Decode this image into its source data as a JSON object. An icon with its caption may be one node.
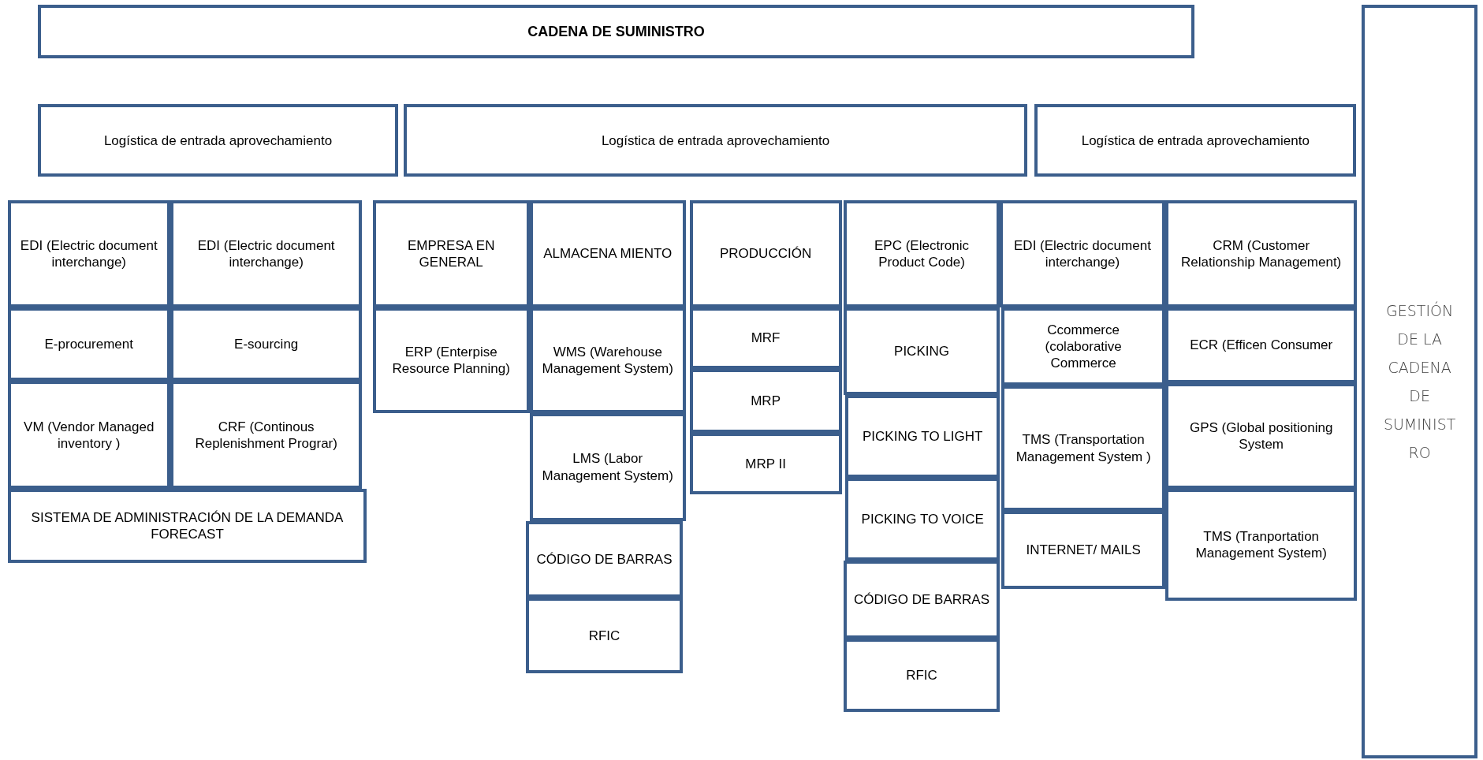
{
  "diagram": {
    "title": "CADENA DE SUMINISTRO",
    "nodes": [
      {
        "text": [
          "Logística de entrada aprovechamiento"
        ]
      },
      {
        "text": [
          "Logística de entrada aprovechamiento"
        ]
      },
      {
        "text": [
          "Logística de entrada aprovechamiento"
        ]
      },
      {
        "text": [
          "EDI (Electric document interchange)"
        ]
      },
      {
        "text": [
          "EDI (Electric document interchange)"
        ]
      },
      {
        "text": [
          "E-procurement"
        ]
      },
      {
        "text": [
          "E-sourcing"
        ]
      },
      {
        "text": [
          "VM (Vendor Managed inventory )"
        ]
      },
      {
        "text": [
          "CRF (Continous Replenishment Prograr)"
        ]
      },
      {
        "text": [
          "SISTEMA DE ADMINISTRACIÓN DE LA DEMANDA FORECAST"
        ]
      },
      {
        "text": [
          "EMPRESA EN GENERAL"
        ]
      },
      {
        "text": [
          "ERP (Enterpise Resource Planning)"
        ]
      },
      {
        "text": [
          "ALMACENA MIENTO"
        ]
      },
      {
        "text": [
          "WMS (Warehouse Management System)"
        ]
      },
      {
        "text": [
          "LMS (Labor Management System)"
        ]
      },
      {
        "text": [
          "CÓDIGO DE BARRAS"
        ]
      },
      {
        "text": [
          "RFIC"
        ]
      },
      {
        "text": [
          "PRODUCCIÓN"
        ]
      },
      {
        "text": [
          "MRF"
        ]
      },
      {
        "text": [
          "MRP"
        ]
      },
      {
        "text": [
          "MRP II"
        ]
      },
      {
        "text": [
          "EPC (Electronic Product Code)"
        ]
      },
      {
        "text": [
          "PICKING"
        ]
      },
      {
        "text": [
          "PICKING TO LIGHT"
        ]
      },
      {
        "text": [
          "PICKING TO VOICE"
        ]
      },
      {
        "text": [
          "CÓDIGO DE BARRAS"
        ]
      },
      {
        "text": [
          "RFIC"
        ]
      },
      {
        "text": [
          "EDI (Electric document interchange)"
        ]
      },
      {
        "text": [
          "Ccommerce (colaborative Commerce"
        ]
      },
      {
        "text": [
          "TMS (Transportation Management System )"
        ]
      },
      {
        "text": [
          "INTERNET/ MAILS"
        ]
      },
      {
        "text": [
          "CRM (Customer Relationship Management)"
        ]
      },
      {
        "text": [
          "ECR (Efficen Consumer"
        ]
      },
      {
        "text": [
          "GPS (Global positioning System"
        ]
      },
      {
        "text": [
          "TMS (Tranportation Management System)"
        ]
      },
      {
        "text": [
          "GESTIÓN DE LA CADENA DE SUMINISTRO"
        ]
      }
    ]
  }
}
